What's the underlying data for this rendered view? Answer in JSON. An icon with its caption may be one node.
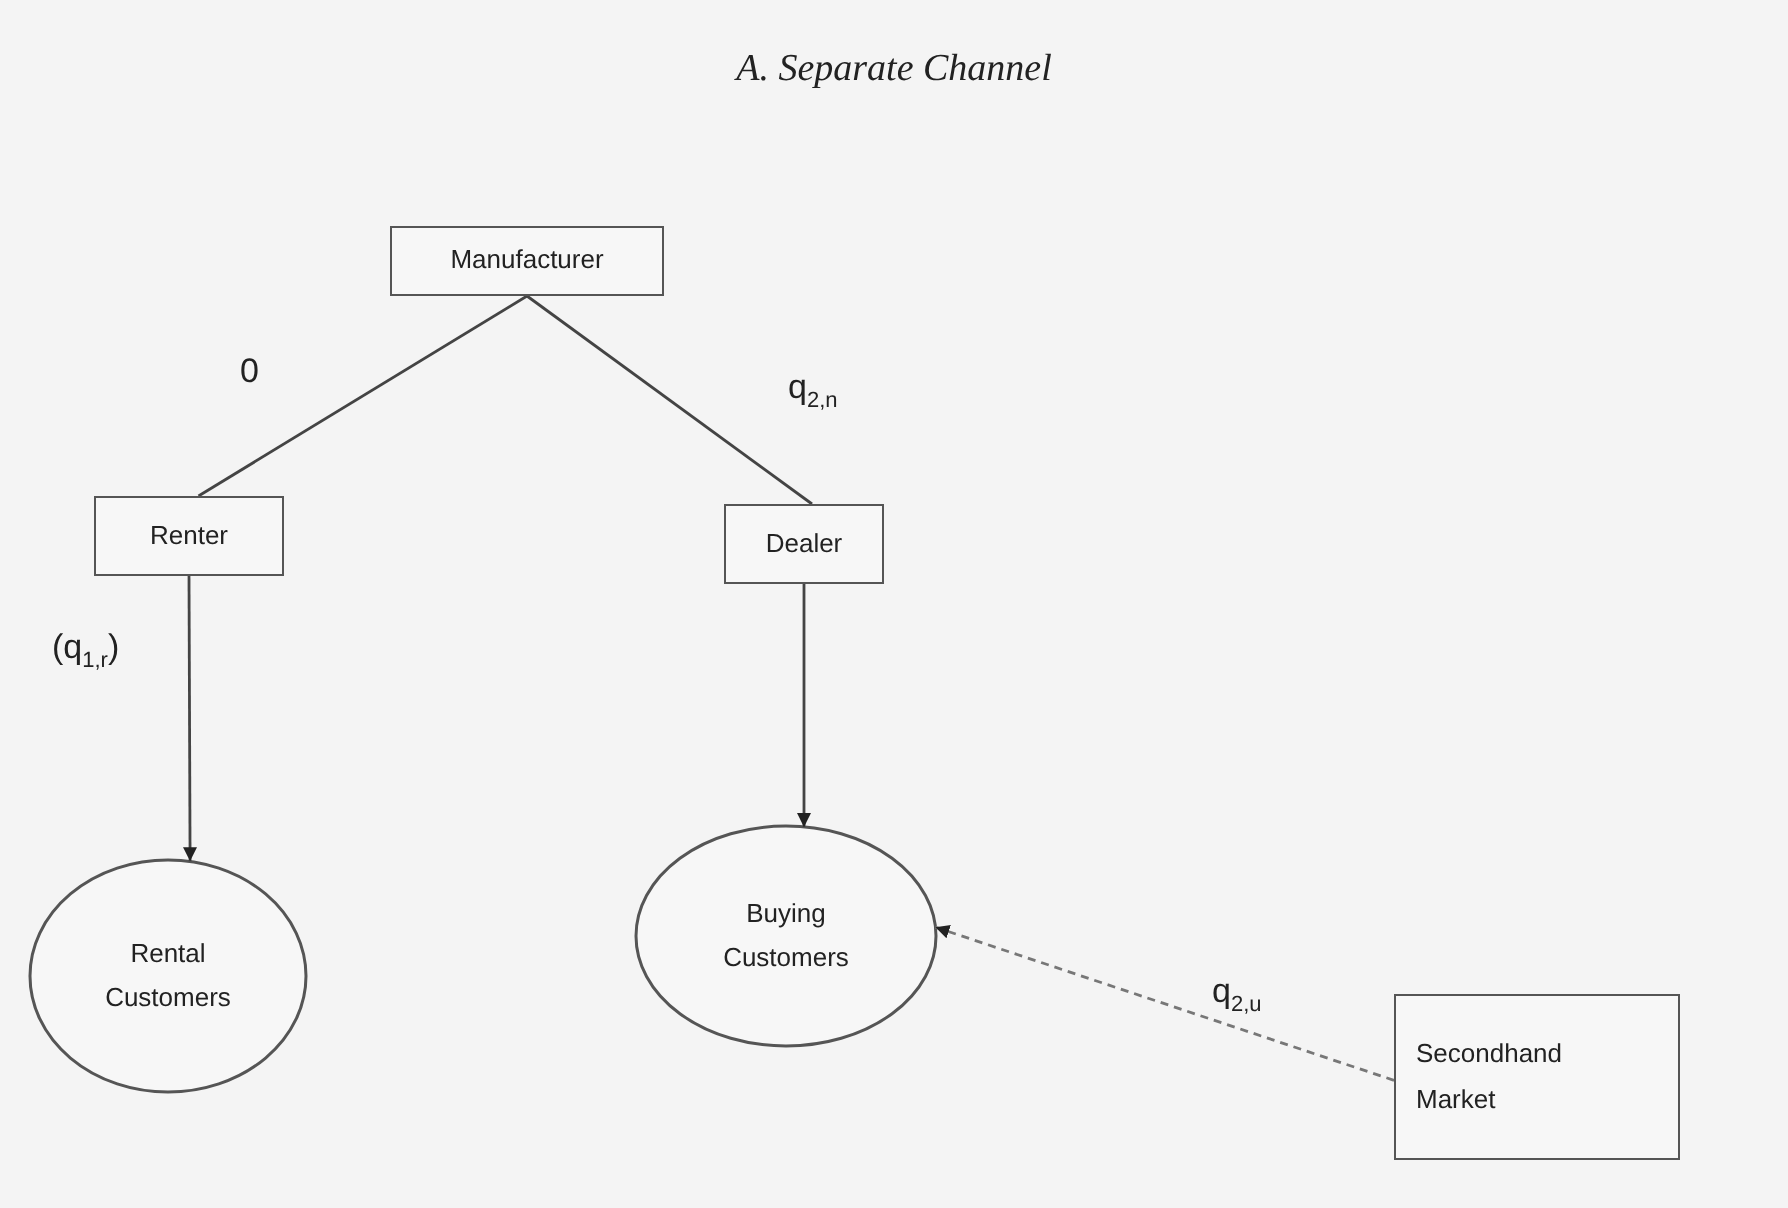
{
  "diagram": {
    "title": "A. Separate Channel",
    "nodes": [
      {
        "text": [
          "Manufacturer"
        ]
      },
      {
        "text": [
          "Renter"
        ]
      },
      {
        "text": [
          "Dealer"
        ]
      },
      {
        "text": [
          "Rental Customers"
        ]
      },
      {
        "text": [
          "Buying Customers"
        ]
      },
      {
        "text": [
          "Secondhand Market"
        ]
      }
    ],
    "edges": [
      {
        "from": 0,
        "to": 1,
        "arrow": "none",
        "label": "0"
      },
      {
        "from": 0,
        "to": 2,
        "arrow": "none",
        "label": "q$_{2,n}$"
      },
      {
        "from": 1,
        "to": 3,
        "arrow": "to",
        "label": "(q$_{1,r}$)"
      },
      {
        "from": 2,
        "to": 4,
        "arrow": "to"
      },
      {
        "from": 5,
        "to": 4,
        "arrow": "to",
        "label": "q$_{2,u}$",
        "style": "dashed"
      }
    ]
  }
}
